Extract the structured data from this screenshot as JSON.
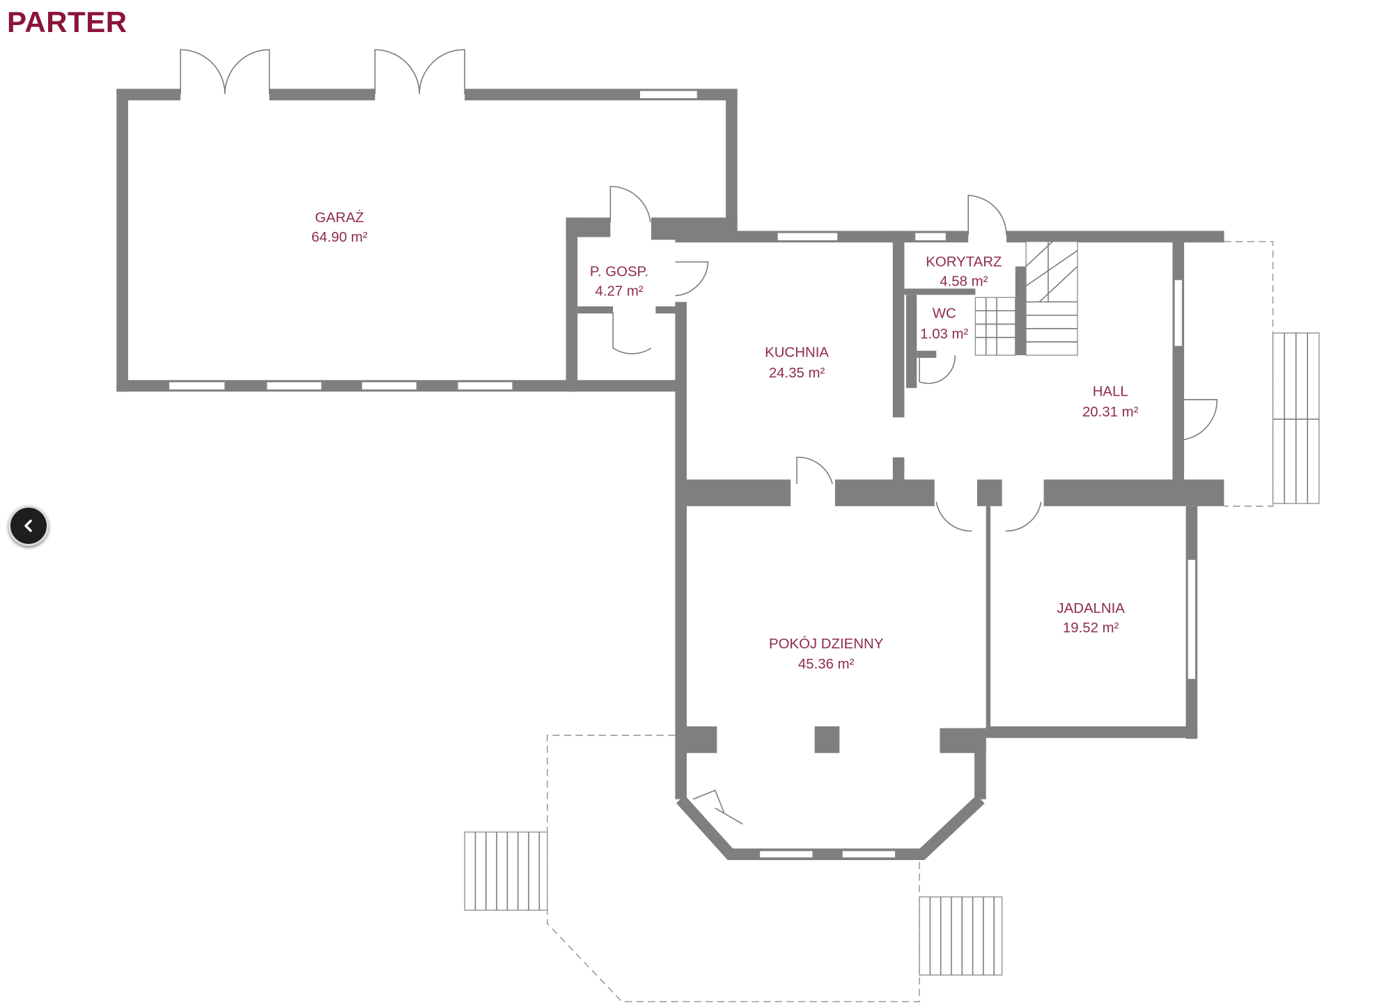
{
  "title": "PARTER",
  "rooms": [
    {
      "name": "GARAŻ",
      "area": "64.90 m²"
    },
    {
      "name": "P. GOSP.",
      "area": "4.27 m²"
    },
    {
      "name": "KUCHNIA",
      "area": "24.35 m²"
    },
    {
      "name": "KORYTARZ",
      "area": "4.58 m²"
    },
    {
      "name": "WC",
      "area": "1.03 m²"
    },
    {
      "name": "HALL",
      "area": "20.31 m²"
    },
    {
      "name": "POKÓJ DZIENNY",
      "area": "45.36 m²"
    },
    {
      "name": "JADALNIA",
      "area": "19.52 m²"
    }
  ],
  "colors": {
    "accent": "#8a1538",
    "wall": "#7f7f7f"
  },
  "controls": {
    "back_icon": "chevron-left-icon"
  }
}
